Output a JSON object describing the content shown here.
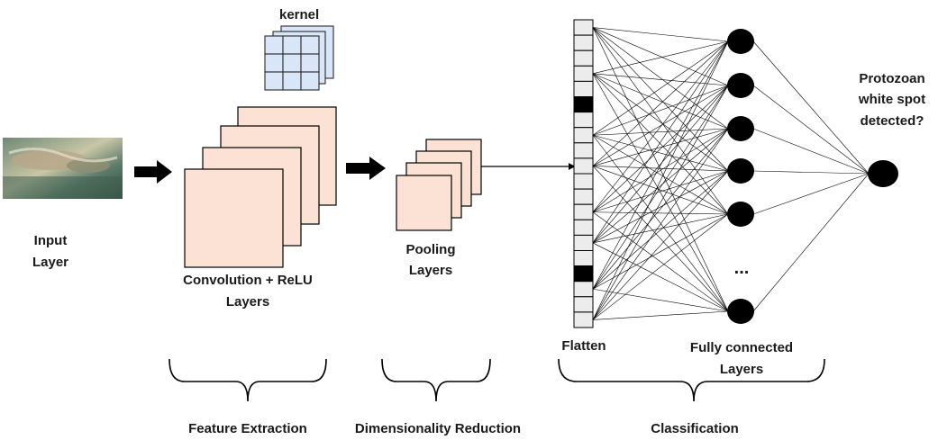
{
  "labels": {
    "kernel": "kernel",
    "input_line1": "Input",
    "input_line2": "Layer",
    "conv_line1": "Convolution + ReLU",
    "conv_line2": "Layers",
    "pool_line1": "Pooling",
    "pool_line2": "Layers",
    "flatten": "Flatten",
    "fc_line1": "Fully connected",
    "fc_line2": "Layers",
    "ellipsis": "...",
    "output_line1": "Protozoan",
    "output_line2": "white spot",
    "output_line3": "detected?",
    "brace_feature": "Feature Extraction",
    "brace_dimred": "Dimensionality Reduction",
    "brace_class": "Classification"
  },
  "colors": {
    "feature_map_fill": "#fbe2d4",
    "kernel_fill": "#d9e6f7",
    "neuron": "#000000",
    "flatten_cell": "#ececec"
  },
  "icons": [
    "fish-photo",
    "arrow-right-icon",
    "brace-icon"
  ]
}
